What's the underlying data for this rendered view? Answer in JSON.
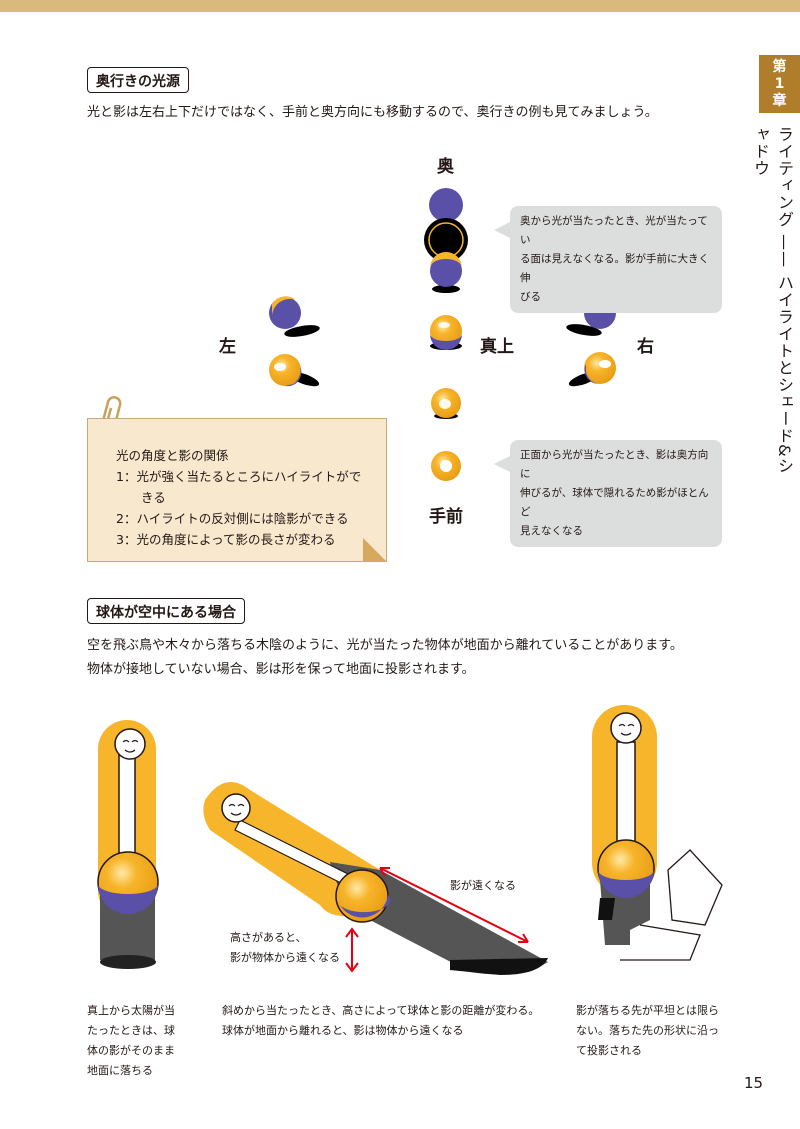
{
  "chapter": {
    "tab_lines": [
      "第",
      "1",
      "章"
    ],
    "title": "ライティング —— ハイライトとシェード&シャドウ"
  },
  "section1": {
    "heading": "奥行きの光源",
    "intro": "光と影は左右上下だけではなく、手前と奥方向にも移動するので、奥行きの例も見てみましょう。",
    "labels": {
      "back": "奥",
      "left": "左",
      "top": "真上",
      "right": "右",
      "front": "手前"
    },
    "bubble_back": [
      "奥から光が当たったとき、光が当たってい",
      "る面は見えなくなる。影が手前に大きく伸",
      "びる"
    ],
    "bubble_front": [
      "正面から光が当たったとき、影は奥方向に",
      "伸びるが、球体で隠れるため影がほとんど",
      "見えなくなる"
    ],
    "note": {
      "title": "光の角度と影の関係",
      "items": [
        "1：光が強く当たるところにハイライトがで",
        "　　きる",
        "2：ハイライトの反対側には陰影ができる",
        "3：光の角度によって影の長さが変わる"
      ]
    }
  },
  "section2": {
    "heading": "球体が空中にある場合",
    "intro": [
      "空を飛ぶ鳥や木々から落ちる木陰のように、光が当たった物体が地面から離れていることがあります。",
      "物体が接地していない場合、影は形を保って地面に投影されます。"
    ],
    "annotation_far": "影が遠くなる",
    "annotation_height": [
      "高さがあると、",
      "影が物体から遠くなる"
    ],
    "caption_left": [
      "真上から太陽が当",
      "たったときは、球",
      "体の影がそのまま",
      "地面に落ちる"
    ],
    "caption_middle": [
      "斜めから当たったとき、高さによって球体と影の距離が変わる。",
      "球体が地面から離れると、影は物体から遠くなる"
    ],
    "caption_right": [
      "影が落ちる先が平坦とは限ら",
      "ない。落ちた先の形状に沿っ",
      "て投影される"
    ]
  },
  "page_number": "15",
  "colors": {
    "accent": "#b07d2a",
    "band": "#d9b97c",
    "sphere_light": "#f7b52c",
    "sphere_dark": "#5a50a8",
    "note": "#f7e8ce",
    "bubble": "#dcdddd",
    "arrow": "#e60012"
  }
}
